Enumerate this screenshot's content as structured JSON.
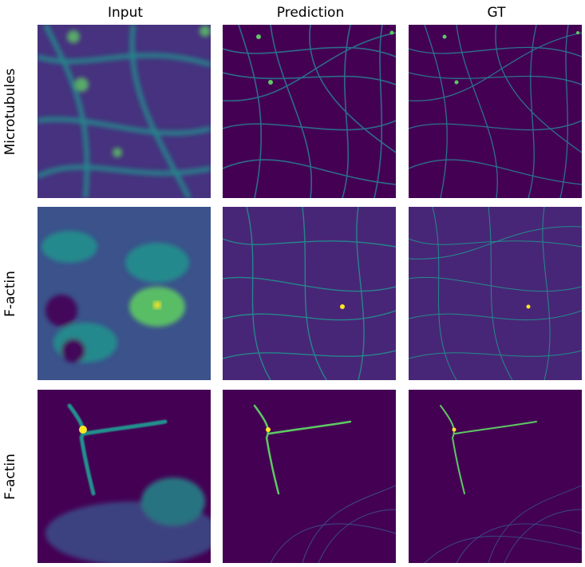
{
  "columns": [
    {
      "title": "Input"
    },
    {
      "title": "Prediction"
    },
    {
      "title": "GT"
    }
  ],
  "rows": [
    {
      "label": "Microtubules",
      "structure": "microtubules"
    },
    {
      "label": "F-actin",
      "structure": "actin-mesh"
    },
    {
      "label": "F-actin",
      "structure": "actin-bundle"
    }
  ],
  "colormap": [
    "#440154",
    "#3b528b",
    "#21908d",
    "#5dc963",
    "#fde725"
  ]
}
